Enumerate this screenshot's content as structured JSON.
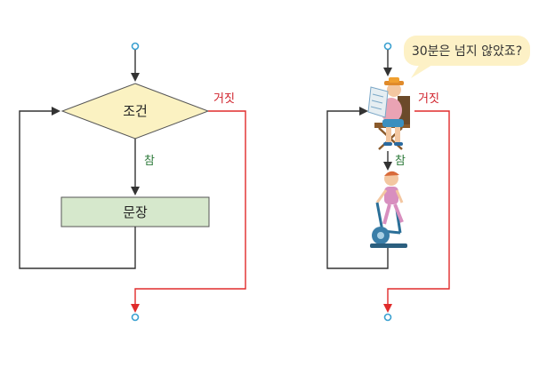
{
  "left_flow": {
    "condition_label": "조건",
    "statement_label": "문장",
    "true_label": "참",
    "false_label": "거짓"
  },
  "right_flow": {
    "speech_bubble": "30분은 넘지 않았죠?",
    "true_label": "참",
    "false_label": "거짓"
  },
  "colors": {
    "diamond_fill": "#fbf2c2",
    "statement_fill": "#d6e8cc",
    "false_path": "#e02b2b",
    "true_label": "#2d7a3a",
    "node_dot": "#3aa0d0",
    "bubble_fill": "#fdf1c6"
  }
}
